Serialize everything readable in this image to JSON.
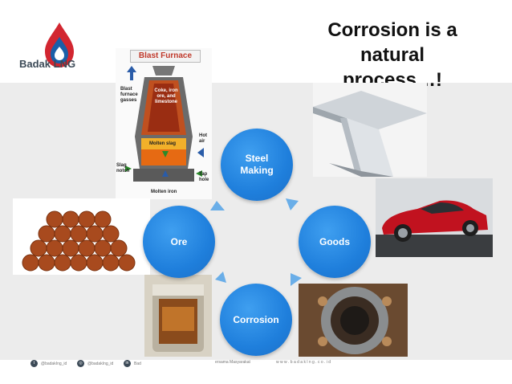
{
  "logo": {
    "text": "Badak LNG",
    "icon": "badak-drop-logo"
  },
  "title": {
    "lines": [
      "Corrosion is a",
      "natural",
      "process…!"
    ]
  },
  "blast_furnace": {
    "title": "Blast Furnace",
    "labels": {
      "gasses": "Blast furnace gasses",
      "charge": "Coke, iron ore, and limestone",
      "hot_air": "Hot air",
      "molten_slag": "Molten slag",
      "slag_notch": "Slag notch",
      "tap_hole": "Tap hole",
      "molten_iron": "Molten iron"
    }
  },
  "cycle": {
    "steel": "Steel Making",
    "goods": "Goods",
    "corrosion": "Corrosion",
    "ore": "Ore"
  },
  "footer": {
    "twitter": "@badakIng_id",
    "instagram": "@badakIng_id",
    "linkedin": "Bad",
    "community": "ersama Masyarakat",
    "website": "w w w . b a d a k l n g . c o . i d"
  },
  "colors": {
    "circle": "#1f7fdc",
    "arrow": "#6aaee8",
    "band": "#ececec",
    "logo_red": "#d22630",
    "logo_blue": "#1a5fa8"
  }
}
